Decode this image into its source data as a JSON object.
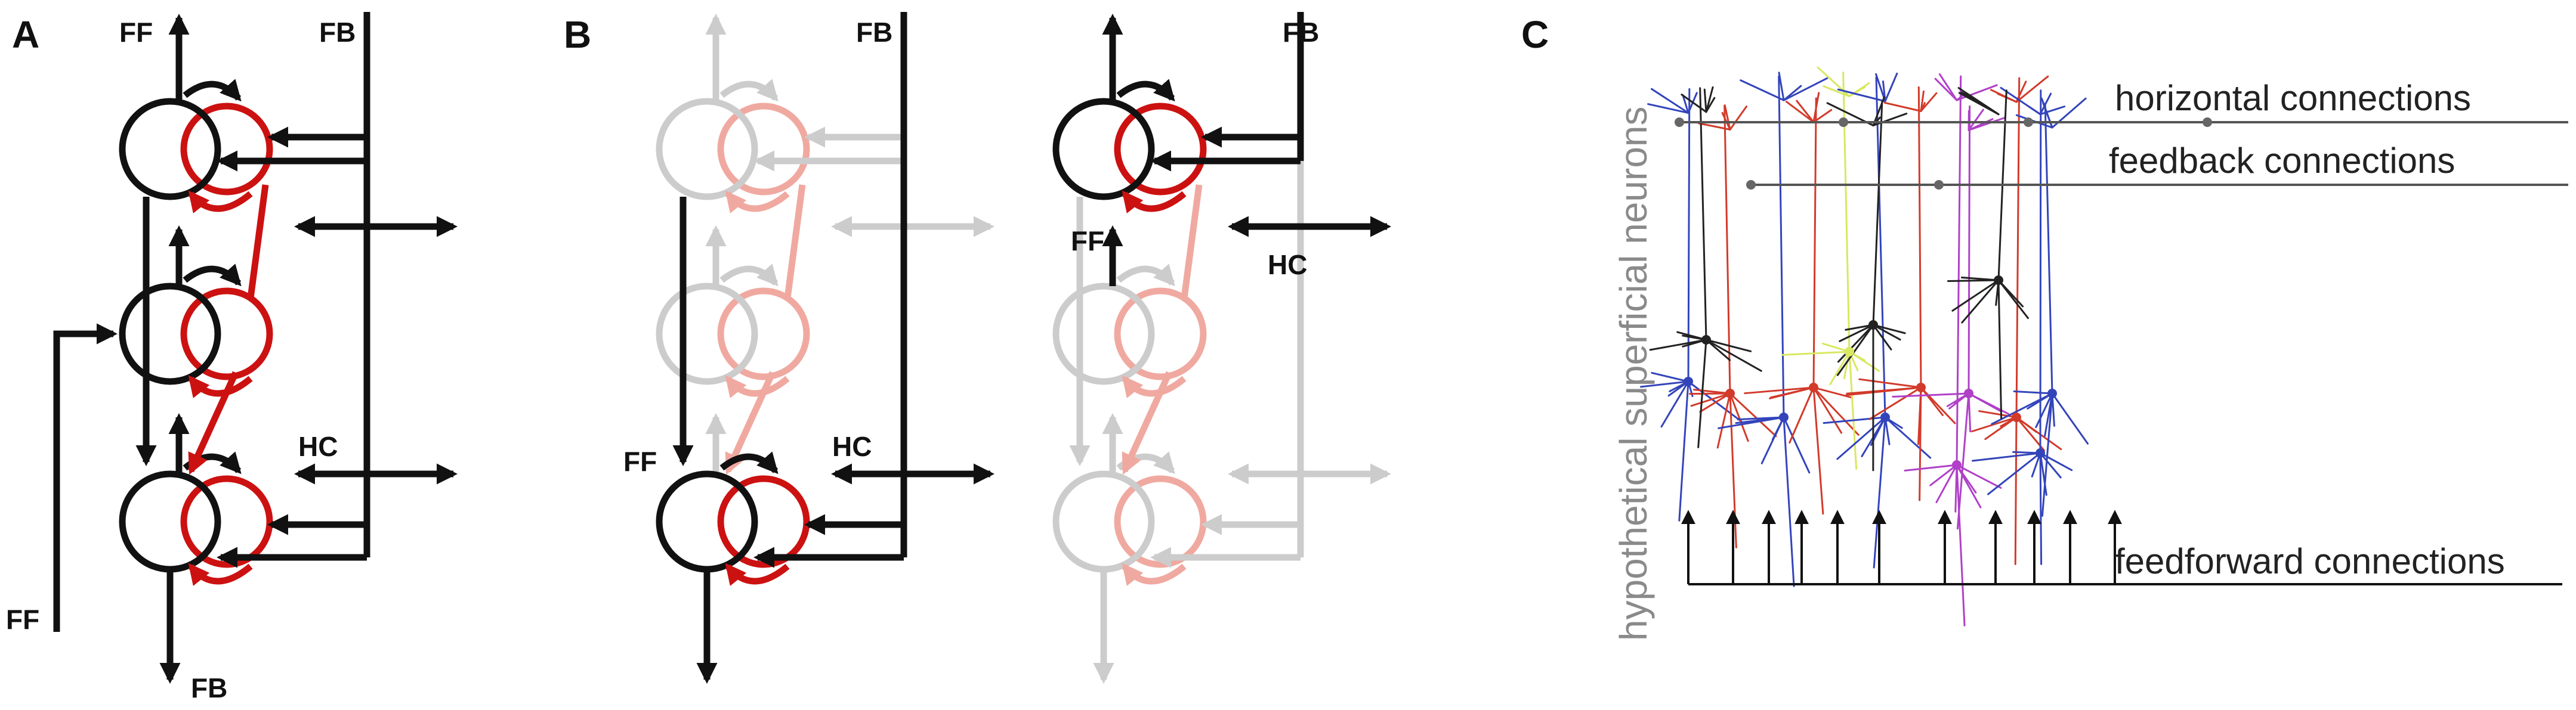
{
  "panels": {
    "a": {
      "letter": "A",
      "labels": {
        "ff_top": "FF",
        "fb_top": "FB",
        "hc": "HC",
        "ff_bottom": "FF",
        "fb_bottom": "FB"
      }
    },
    "b": {
      "letter": "B",
      "left": {
        "fb": "FB",
        "ff": "FF",
        "hc": "HC"
      },
      "right": {
        "fb": "FB",
        "ff": "FF",
        "hc": "HC"
      }
    },
    "c": {
      "letter": "C",
      "side_label": "hypothetical superficial neurons",
      "labels": {
        "horizontal": "horizontal connections",
        "feedback": "feedback connections",
        "feedforward": "feedforward connections"
      }
    }
  },
  "colors": {
    "black": "#111111",
    "red": "#cc1111",
    "pink": "#f0a9a0",
    "gray": "#cccccc",
    "blue": "#3344bb",
    "neuron_red": "#d23a2a",
    "magenta": "#b040c8",
    "yellow": "#d8e860"
  }
}
